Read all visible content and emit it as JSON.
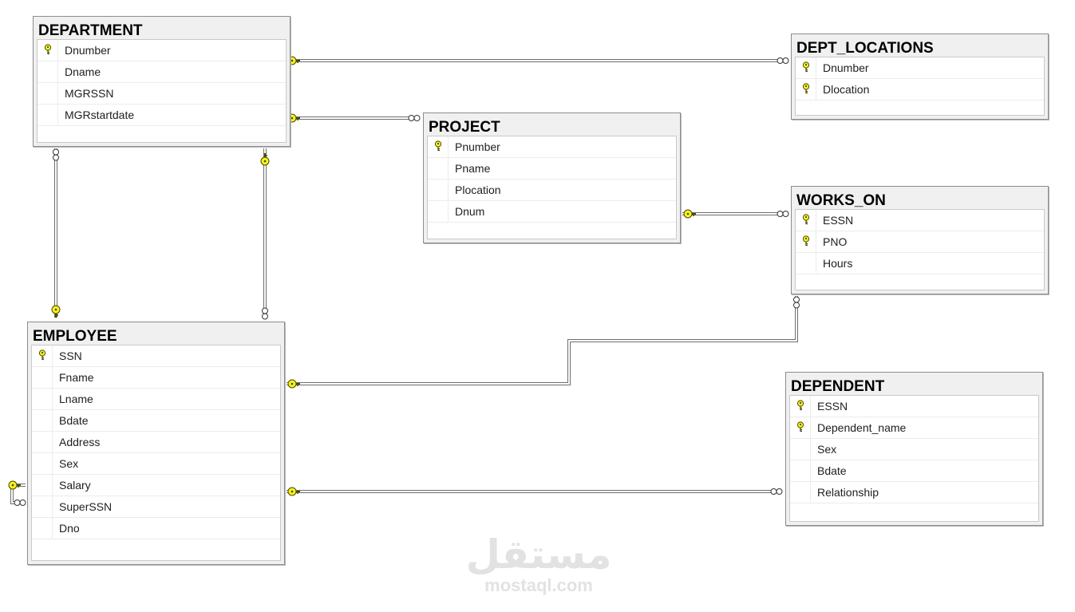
{
  "tables": {
    "department": {
      "title": "DEPARTMENT",
      "columns": [
        {
          "name": "Dnumber",
          "key": true
        },
        {
          "name": "Dname",
          "key": false
        },
        {
          "name": "MGRSSN",
          "key": false
        },
        {
          "name": "MGRstartdate",
          "key": false
        }
      ]
    },
    "dept_locations": {
      "title": "DEPT_LOCATIONS",
      "columns": [
        {
          "name": "Dnumber",
          "key": true
        },
        {
          "name": "Dlocation",
          "key": true
        }
      ]
    },
    "project": {
      "title": "PROJECT",
      "columns": [
        {
          "name": "Pnumber",
          "key": true
        },
        {
          "name": "Pname",
          "key": false
        },
        {
          "name": "Plocation",
          "key": false
        },
        {
          "name": "Dnum",
          "key": false
        }
      ]
    },
    "works_on": {
      "title": "WORKS_ON",
      "columns": [
        {
          "name": "ESSN",
          "key": true
        },
        {
          "name": "PNO",
          "key": true
        },
        {
          "name": "Hours",
          "key": false
        }
      ]
    },
    "employee": {
      "title": "EMPLOYEE",
      "columns": [
        {
          "name": "SSN",
          "key": true
        },
        {
          "name": "Fname",
          "key": false
        },
        {
          "name": "Lname",
          "key": false
        },
        {
          "name": "Bdate",
          "key": false
        },
        {
          "name": "Address",
          "key": false
        },
        {
          "name": "Sex",
          "key": false
        },
        {
          "name": "Salary",
          "key": false
        },
        {
          "name": "SuperSSN",
          "key": false
        },
        {
          "name": "Dno",
          "key": false
        }
      ]
    },
    "dependent": {
      "title": "DEPENDENT",
      "columns": [
        {
          "name": "ESSN",
          "key": true
        },
        {
          "name": "Dependent_name",
          "key": true
        },
        {
          "name": "Sex",
          "key": false
        },
        {
          "name": "Bdate",
          "key": false
        },
        {
          "name": "Relationship",
          "key": false
        }
      ]
    }
  },
  "relationships": [
    {
      "from": "DEPARTMENT",
      "to": "DEPT_LOCATIONS",
      "one_end": "key",
      "many_end": "infinity"
    },
    {
      "from": "DEPARTMENT",
      "to": "PROJECT",
      "one_end": "key",
      "many_end": "infinity"
    },
    {
      "from": "DEPARTMENT",
      "to": "EMPLOYEE",
      "one_end": "key",
      "many_end": "infinity"
    },
    {
      "from": "EMPLOYEE",
      "to": "DEPARTMENT",
      "one_end": "key",
      "many_end": "infinity"
    },
    {
      "from": "PROJECT",
      "to": "WORKS_ON",
      "one_end": "key",
      "many_end": "infinity"
    },
    {
      "from": "EMPLOYEE",
      "to": "WORKS_ON",
      "one_end": "key",
      "many_end": "infinity"
    },
    {
      "from": "EMPLOYEE",
      "to": "DEPENDENT",
      "one_end": "key",
      "many_end": "infinity"
    },
    {
      "from": "EMPLOYEE",
      "to": "EMPLOYEE",
      "one_end": "key",
      "many_end": "infinity"
    }
  ],
  "icons": {
    "primary_key": "key-icon",
    "one_end": "key-icon",
    "many_end": "infinity-icon"
  },
  "colors": {
    "key_fill": "#f7f21e",
    "key_stroke": "#4a4a00",
    "line": "#6e6e6e",
    "canvas": "#ffffff",
    "table_frame": "#f0f0f0"
  },
  "watermark": {
    "logo": "مستقل",
    "url": "mostaql.com"
  }
}
